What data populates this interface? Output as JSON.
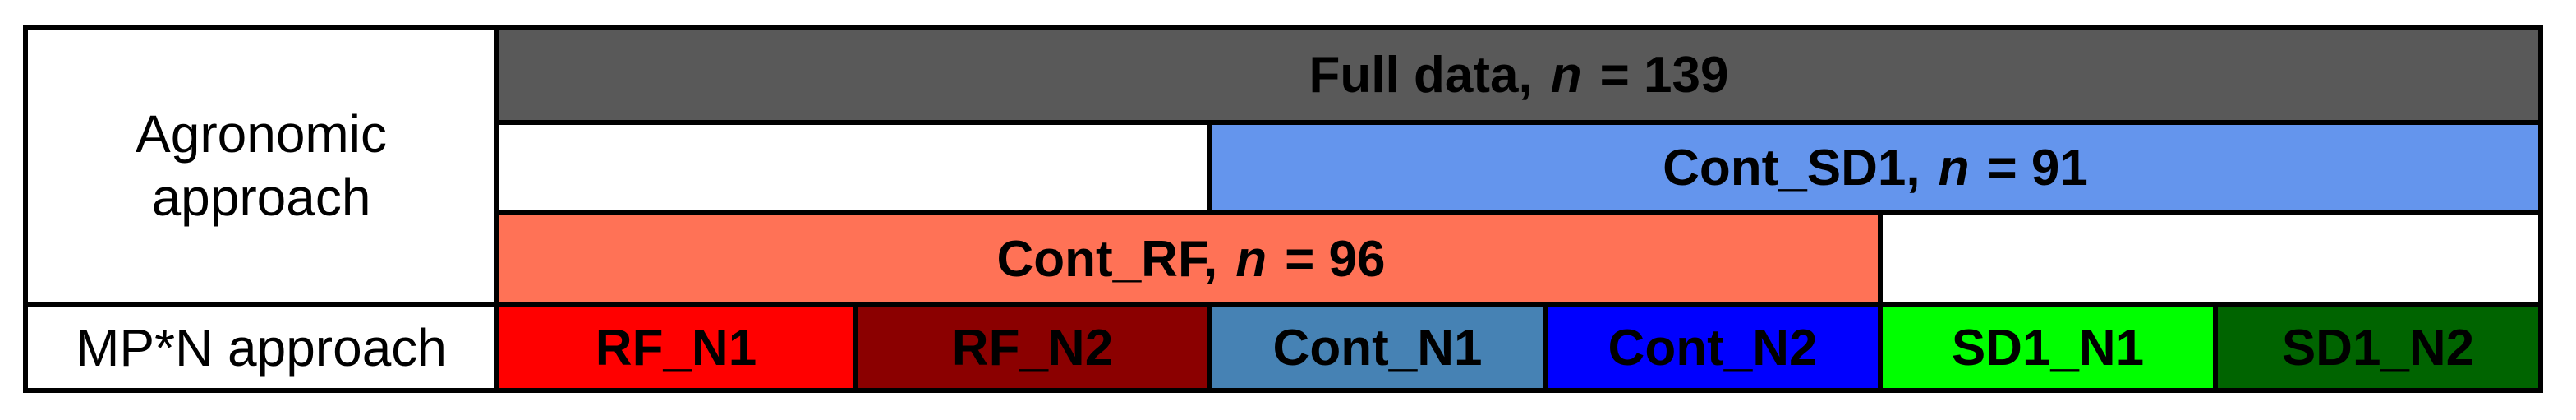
{
  "row_labels": {
    "agronomic_line1": "Agronomic",
    "agronomic_line2": "approach",
    "mpn": "MP*N approach"
  },
  "full_data": {
    "label": "Full data,",
    "n_var": "n",
    "n_value": "= 139",
    "color": "#595959"
  },
  "cont_sd1": {
    "label": "Cont_SD1,",
    "n_var": "n",
    "n_value": "= 91",
    "color": "#6495ED"
  },
  "cont_rf": {
    "label": "Cont_RF,",
    "n_var": "n",
    "n_value": "= 96",
    "color": "#FF7256"
  },
  "mpn_cells": [
    {
      "label": "RF_N1",
      "color": "#FF0000"
    },
    {
      "label": "RF_N2",
      "color": "#8B0000"
    },
    {
      "label": "Cont_N1",
      "color": "#4682B4"
    },
    {
      "label": "Cont_N2",
      "color": "#0000FF"
    },
    {
      "label": "SD1_N1",
      "color": "#00FF00"
    },
    {
      "label": "SD1_N2",
      "color": "#006400"
    }
  ]
}
